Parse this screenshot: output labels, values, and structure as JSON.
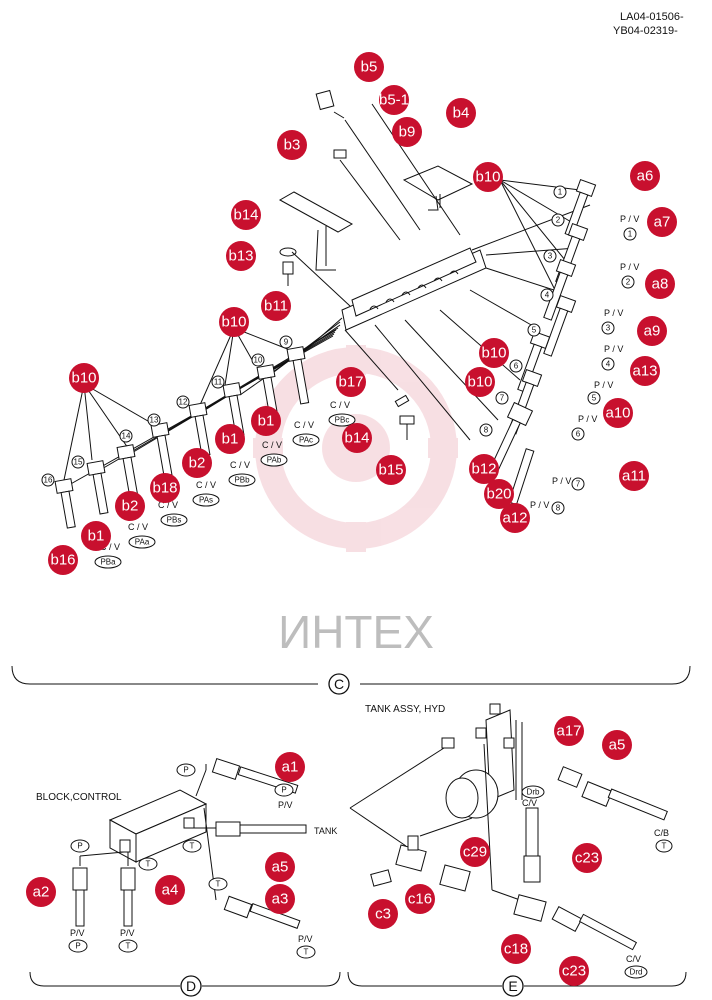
{
  "doc_codes": [
    "LA04-01506-",
    "YB04-02319-"
  ],
  "watermark": "ИНТЕХ",
  "sections": {
    "c": "C",
    "d": "D",
    "e": "E"
  },
  "section_labels": {
    "block_control": "BLOCK,CONTROL",
    "tank_assy": "TANK ASSY, HYD",
    "tank": "TANK"
  },
  "callouts": [
    {
      "id": "b5",
      "label": "b5"
    },
    {
      "id": "b5-1",
      "label": "b5-1"
    },
    {
      "id": "b9",
      "label": "b9"
    },
    {
      "id": "b4",
      "label": "b4"
    },
    {
      "id": "b3",
      "label": "b3"
    },
    {
      "id": "b10a",
      "label": "b10"
    },
    {
      "id": "a6",
      "label": "a6"
    },
    {
      "id": "a7",
      "label": "a7"
    },
    {
      "id": "b14a",
      "label": "b14"
    },
    {
      "id": "b13",
      "label": "b13"
    },
    {
      "id": "a8",
      "label": "a8"
    },
    {
      "id": "b11",
      "label": "b11"
    },
    {
      "id": "b10b",
      "label": "b10"
    },
    {
      "id": "a9",
      "label": "a9"
    },
    {
      "id": "b10c",
      "label": "b10"
    },
    {
      "id": "a13",
      "label": "a13"
    },
    {
      "id": "b10d",
      "label": "b10"
    },
    {
      "id": "b17",
      "label": "b17"
    },
    {
      "id": "b10e",
      "label": "b10"
    },
    {
      "id": "a10",
      "label": "a10"
    },
    {
      "id": "b14b",
      "label": "b14"
    },
    {
      "id": "b1a",
      "label": "b1"
    },
    {
      "id": "b1b",
      "label": "b1"
    },
    {
      "id": "b2a",
      "label": "b2"
    },
    {
      "id": "b15",
      "label": "b15"
    },
    {
      "id": "b12",
      "label": "b12"
    },
    {
      "id": "a11",
      "label": "a11"
    },
    {
      "id": "b18",
      "label": "b18"
    },
    {
      "id": "b20",
      "label": "b20"
    },
    {
      "id": "b2b",
      "label": "b2"
    },
    {
      "id": "a12",
      "label": "a12"
    },
    {
      "id": "b1c",
      "label": "b1"
    },
    {
      "id": "b16",
      "label": "b16"
    },
    {
      "id": "a1",
      "label": "a1"
    },
    {
      "id": "a17",
      "label": "a17"
    },
    {
      "id": "a5a",
      "label": "a5"
    },
    {
      "id": "c23a",
      "label": "c23"
    },
    {
      "id": "c29",
      "label": "c29"
    },
    {
      "id": "a5b",
      "label": "a5"
    },
    {
      "id": "a2",
      "label": "a2"
    },
    {
      "id": "a4",
      "label": "a4"
    },
    {
      "id": "a3",
      "label": "a3"
    },
    {
      "id": "c16",
      "label": "c16"
    },
    {
      "id": "c3",
      "label": "c3"
    },
    {
      "id": "c18",
      "label": "c18"
    },
    {
      "id": "c23b",
      "label": "c23"
    }
  ],
  "position_numbers": [
    "1",
    "2",
    "3",
    "4",
    "5",
    "6",
    "7",
    "8",
    "9",
    "10",
    "11",
    "12",
    "13",
    "14",
    "15",
    "16"
  ],
  "text_labels": {
    "pv": "P / V",
    "pv_short": "P/V",
    "cv": "C / V",
    "cv_short": "C/V",
    "cb": "C/B",
    "p": "P",
    "t": "T",
    "drb": "Drb",
    "drd": "Drd"
  },
  "oval_labels": [
    "PAa",
    "PBa",
    "PBs",
    "PAs",
    "PBb",
    "PAb",
    "PAc",
    "PBc",
    "P",
    "T",
    "Drb",
    "Drd"
  ]
}
